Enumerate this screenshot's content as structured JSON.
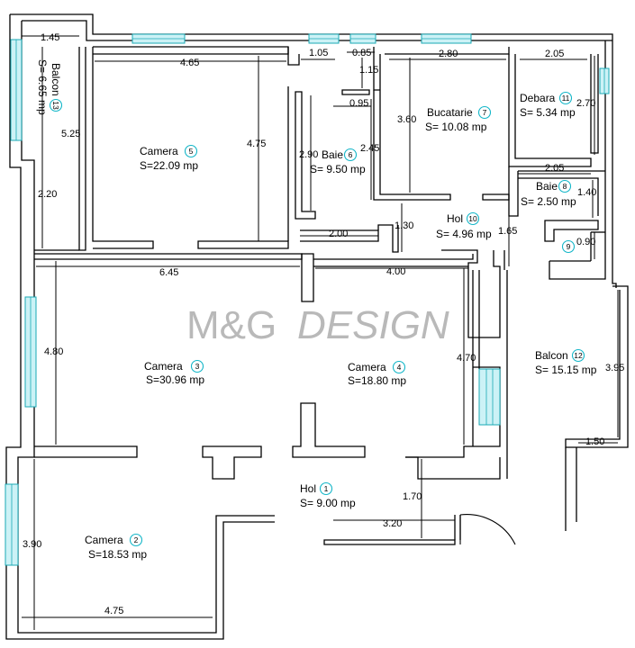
{
  "watermark": {
    "brand": "M&G",
    "word": "DESIGN"
  },
  "rooms": [
    {
      "id": "r1",
      "name": "Hol",
      "number": "1",
      "area": "S= 9.00 mp"
    },
    {
      "id": "r2",
      "name": "Camera",
      "number": "2",
      "area": "S=18.53 mp"
    },
    {
      "id": "r3",
      "name": "Camera",
      "number": "3",
      "area": "S=30.96 mp"
    },
    {
      "id": "r4",
      "name": "Camera",
      "number": "4",
      "area": "S=18.80 mp"
    },
    {
      "id": "r5",
      "name": "Camera",
      "number": "5",
      "area": "S=22.09 mp"
    },
    {
      "id": "r6",
      "name": "Baie",
      "number": "6",
      "area": "S= 9.50 mp"
    },
    {
      "id": "r7",
      "name": "Bucatarie",
      "number": "7",
      "area": "S= 10.08 mp"
    },
    {
      "id": "r8",
      "name": "Baie",
      "number": "8",
      "area": "S= 2.50 mp"
    },
    {
      "id": "r9",
      "name": "",
      "number": "9",
      "area": ""
    },
    {
      "id": "r10",
      "name": "Hol",
      "number": "10",
      "area": "S= 4.96 mp"
    },
    {
      "id": "r11",
      "name": "Debara",
      "number": "11",
      "area": "S= 5.34 mp"
    },
    {
      "id": "r12",
      "name": "Balcon",
      "number": "12",
      "area": "S= 15.15 mp"
    },
    {
      "id": "r13",
      "name": "Balcon",
      "number": "13",
      "area": "S= 6.65 mp"
    }
  ],
  "dimensions": [
    {
      "id": "d-1-45",
      "label": "1.45"
    },
    {
      "id": "d-4-65",
      "label": "4.65"
    },
    {
      "id": "d-1-05",
      "label": "1.05"
    },
    {
      "id": "d-0-85",
      "label": "0.85"
    },
    {
      "id": "d-2-80",
      "label": "2.80"
    },
    {
      "id": "d-2-05a",
      "label": "2.05"
    },
    {
      "id": "d-1-15",
      "label": "1.15"
    },
    {
      "id": "d-0-95",
      "label": "0.95"
    },
    {
      "id": "d-2-70",
      "label": "2.70"
    },
    {
      "id": "d-3-60",
      "label": "3.60"
    },
    {
      "id": "d-5-25",
      "label": "5.25"
    },
    {
      "id": "d-4-75a",
      "label": "4.75"
    },
    {
      "id": "d-2-90",
      "label": "2.90"
    },
    {
      "id": "d-2-45",
      "label": "2.45"
    },
    {
      "id": "d-2-05b",
      "label": "2.05"
    },
    {
      "id": "d-1-40",
      "label": "1.40"
    },
    {
      "id": "d-2-20",
      "label": "2.20"
    },
    {
      "id": "d-2-00",
      "label": "2.00"
    },
    {
      "id": "d-1-30",
      "label": "1.30"
    },
    {
      "id": "d-1-65",
      "label": "1.65"
    },
    {
      "id": "d-0-90",
      "label": "0.90"
    },
    {
      "id": "d-6-45",
      "label": "6.45"
    },
    {
      "id": "d-4-00",
      "label": "4.00"
    },
    {
      "id": "d-4-80",
      "label": "4.80"
    },
    {
      "id": "d-4-70",
      "label": "4.70"
    },
    {
      "id": "d-3-95",
      "label": "3.95"
    },
    {
      "id": "d-1-50",
      "label": "1.50"
    },
    {
      "id": "d-1-70",
      "label": "1.70"
    },
    {
      "id": "d-3-20",
      "label": "3.20"
    },
    {
      "id": "d-3-90",
      "label": "3.90"
    },
    {
      "id": "d-4-75b",
      "label": "4.75"
    }
  ],
  "colors": {
    "wall": "#000000",
    "window": "#1aa9b5",
    "window_fill": "#ccf2f6",
    "room_marker": "#13b6c8",
    "watermark": "#b9b9b9"
  }
}
